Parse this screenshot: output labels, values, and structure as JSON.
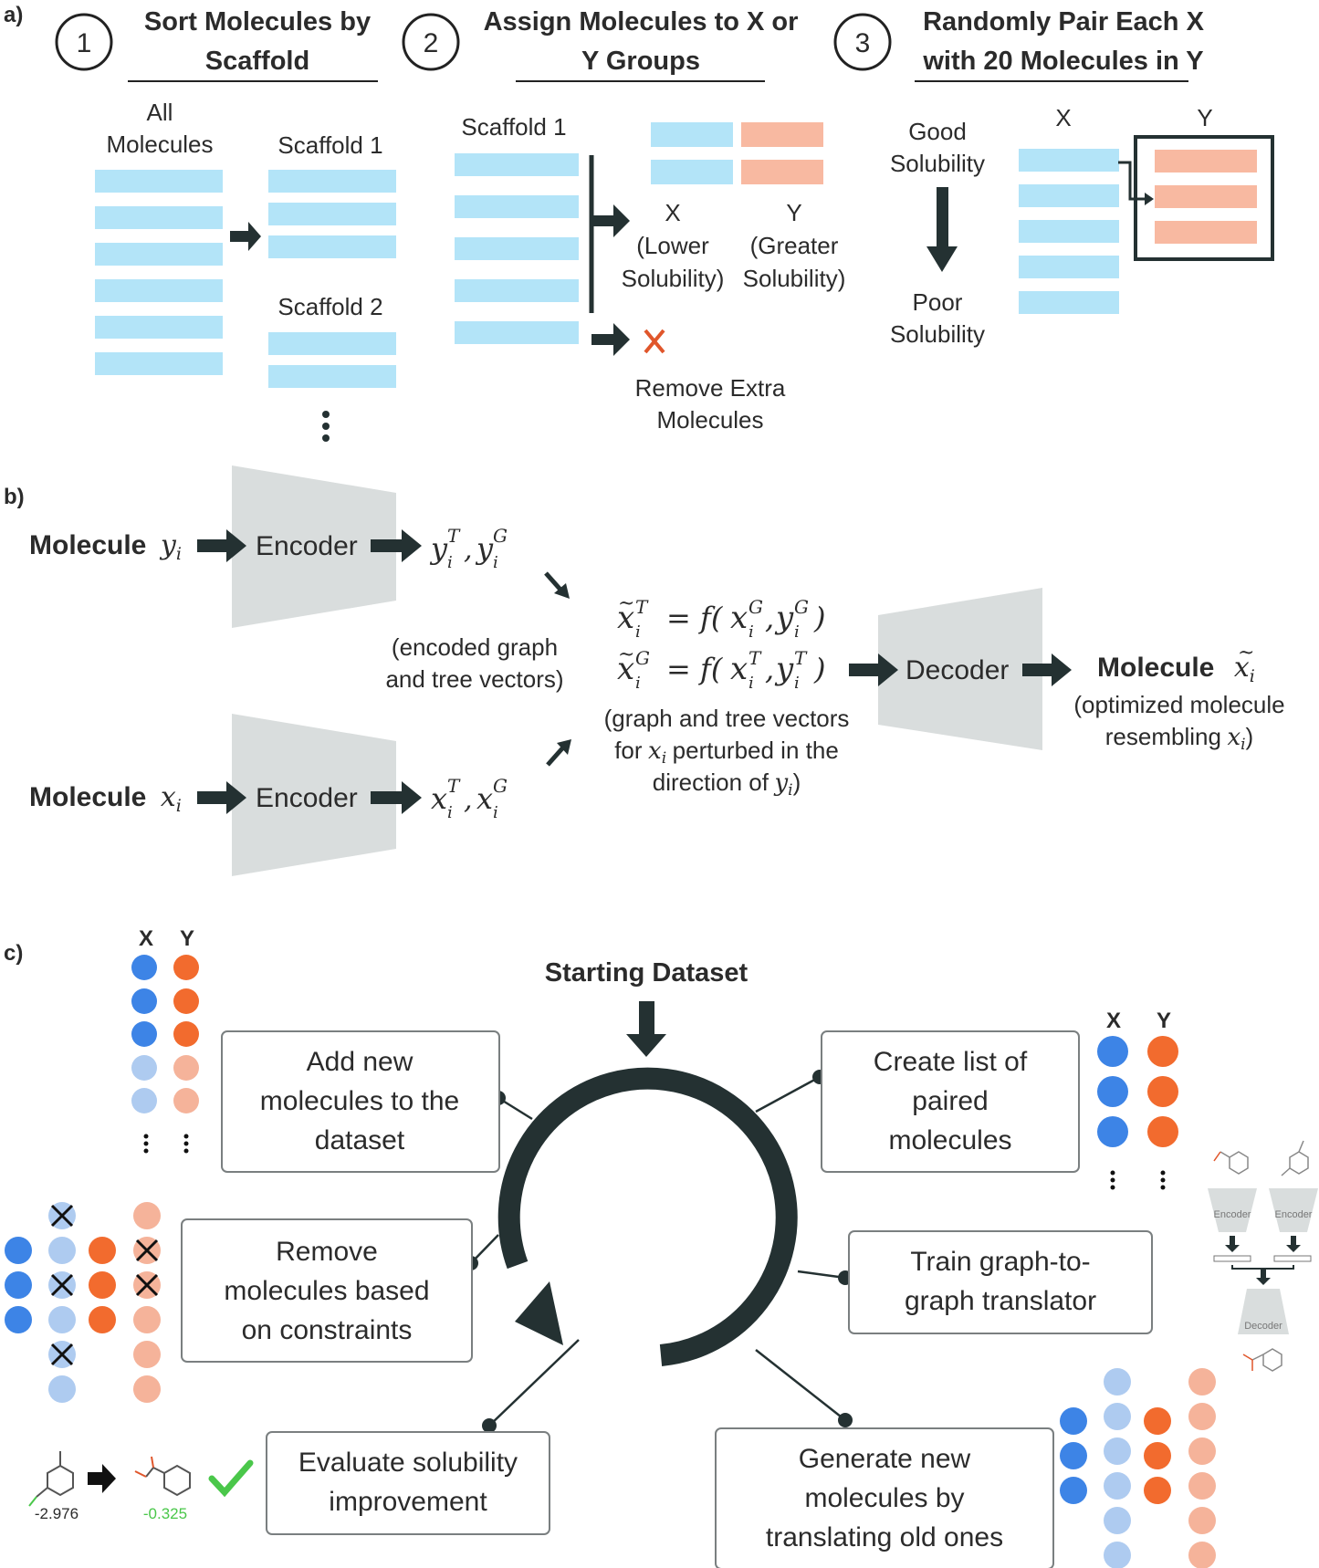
{
  "colors": {
    "dark": "#243132",
    "light_blue": "#b3e4f8",
    "salmon": "#f8b9a1",
    "blue": "#3d84e6",
    "light_blue_dot": "#aecbf0",
    "orange": "#f26b2e",
    "light_orange_dot": "#f5b39a",
    "trapezoid_gray": "#d9dddd",
    "red_x": "#e0562b",
    "check_green": "#4ac74a"
  },
  "panel_a": {
    "label": "a)",
    "step1": {
      "num": "1",
      "title_l1": "Sort Molecules by",
      "title_l2": "Scaffold"
    },
    "step2": {
      "num": "2",
      "title_l1": "Assign Molecules to X or",
      "title_l2": "Y Groups"
    },
    "step3": {
      "num": "3",
      "title_l1": "Randomly Pair Each X",
      "title_l2": "with 20 Molecules in Y"
    },
    "all_l1": "All",
    "all_l2": "Molecules",
    "scaffold1": "Scaffold 1",
    "scaffold2": "Scaffold 2",
    "scaffold1_b": "Scaffold 1",
    "x_label": "X",
    "x_sub1": "(Lower",
    "x_sub2": "Solubility)",
    "y_label": "Y",
    "y_sub1": "(Greater",
    "y_sub2": "Solubility)",
    "remove_l1": "Remove Extra",
    "remove_l2": "Molecules",
    "good_l1": "Good",
    "good_l2": "Solubility",
    "poor_l1": "Poor",
    "poor_l2": "Solubility",
    "x3": "X",
    "y3": "Y"
  },
  "panel_b": {
    "label": "b)",
    "mol_y_text": "Molecule",
    "mol_y_var": "y",
    "mol_y_sub": "i",
    "mol_x_text": "Molecule",
    "mol_x_var": "x",
    "mol_x_sub": "i",
    "encoder_top": "Encoder",
    "encoder_bottom": "Encoder",
    "decoder": "Decoder",
    "enc_l1": "(encoded graph",
    "enc_l2": "and tree vectors)",
    "perturb_l1": "(graph and tree vectors",
    "perturb_l2a": "for",
    "perturb_l2b": "perturbed in the",
    "perturb_l3a": "direction of",
    "out_text": "Molecule",
    "out_l1": "(optimized molecule",
    "out_l2a": "resembling"
  },
  "panel_c": {
    "label": "c)",
    "start": "Starting Dataset",
    "box_add": [
      "Add new",
      "molecules to the",
      "dataset"
    ],
    "box_remove": [
      "Remove",
      "molecules based",
      "on constraints"
    ],
    "box_eval": [
      "Evaluate solubility",
      "improvement"
    ],
    "box_create": [
      "Create list of",
      "paired",
      "molecules"
    ],
    "box_train": [
      "Train graph-to-",
      "graph translator"
    ],
    "box_generate": [
      "Generate new",
      "molecules by",
      "translating old ones"
    ],
    "x_col": "X",
    "y_col": "Y",
    "x_col_r": "X",
    "y_col_r": "Y",
    "val_before": "-2.976",
    "val_after": "-0.325",
    "mini_encoder_1": "Encoder",
    "mini_encoder_2": "Encoder",
    "mini_decoder": "Decoder"
  }
}
